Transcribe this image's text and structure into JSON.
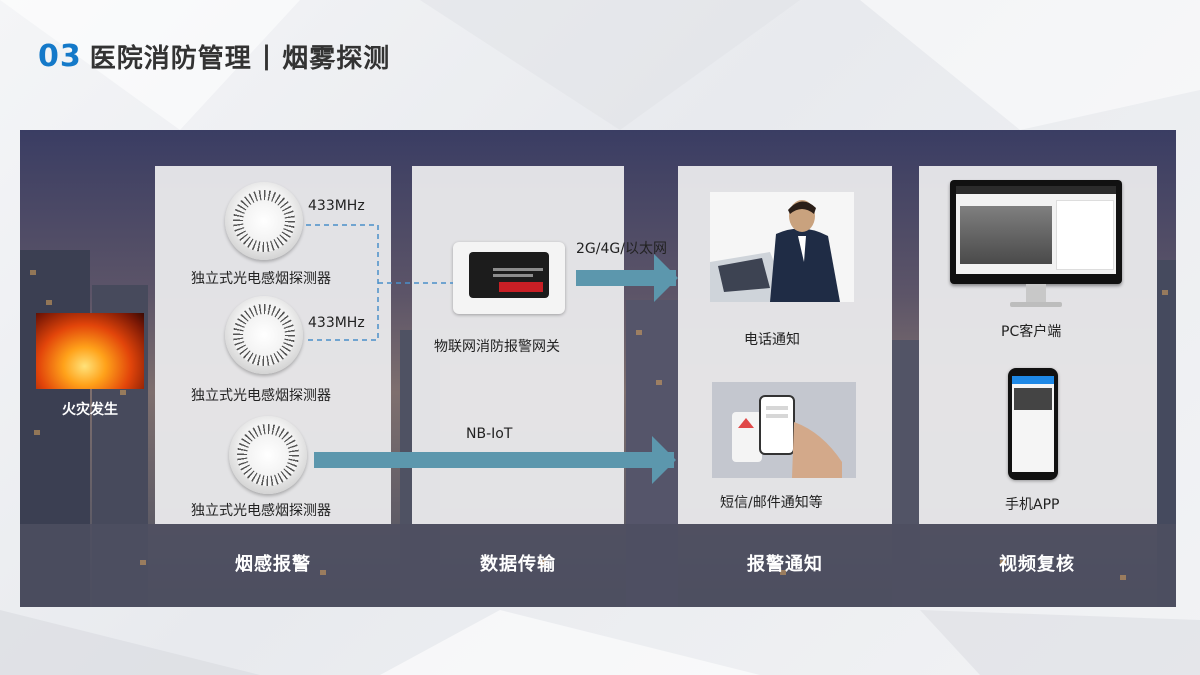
{
  "header": {
    "number": "03",
    "title": "医院消防管理",
    "separator": "|",
    "subtitle": "烟雾探测"
  },
  "fire_event": {
    "label": "火灾发生"
  },
  "sections": [
    {
      "label": "烟感报警"
    },
    {
      "label": "数据传输"
    },
    {
      "label": "报警通知"
    },
    {
      "label": "视频复核"
    }
  ],
  "detectors": [
    {
      "label": "独立式光电感烟探测器",
      "frequency": "433MHz"
    },
    {
      "label": "独立式光电感烟探测器",
      "frequency": "433MHz"
    },
    {
      "label": "独立式光电感烟探测器"
    }
  ],
  "gateway": {
    "label": "物联网消防报警网关"
  },
  "links": {
    "upper": "2G/4G/以太网",
    "lower": "NB-IoT"
  },
  "notifications": [
    {
      "label": "电话通知"
    },
    {
      "label": "短信/邮件通知等"
    }
  ],
  "clients": [
    {
      "label": "PC客户端"
    },
    {
      "label": "手机APP"
    }
  ],
  "colors": {
    "accent": "#1479c9",
    "arrow": "#5c97ad",
    "dashed_link": "#4a8fc9"
  }
}
